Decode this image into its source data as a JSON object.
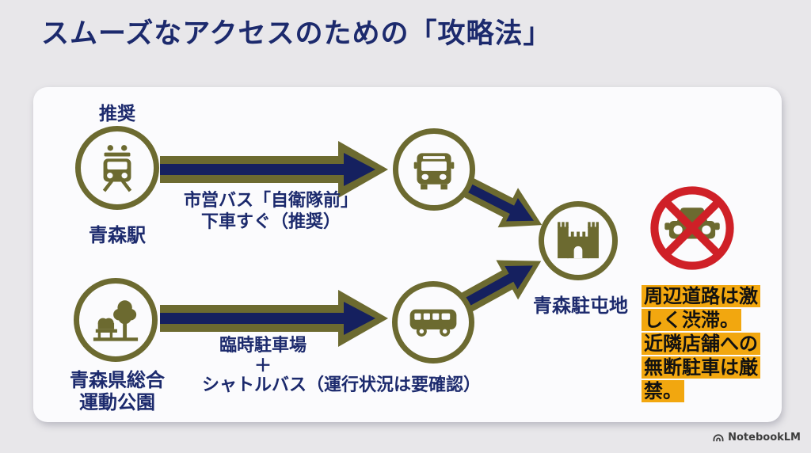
{
  "page": {
    "title": "スムーズなアクセスのための「攻略法」",
    "brand": "NotebookLM"
  },
  "colors": {
    "navy_text": "#1c2a6d",
    "arrow_navy": "#15205f",
    "olive": "#6c6a30",
    "highlight_yellow": "#f2a70f",
    "prohibition_red": "#cf2027",
    "card_bg": "#fbfbfd",
    "page_bg": "#e8e7ea"
  },
  "icons": {
    "train": "train-icon",
    "city_bus": "bus-front-icon",
    "shuttle_bus": "shuttle-bus-side-icon",
    "park": "park-bench-tree-icon",
    "garrison": "castle-icon",
    "no_parking": "no-car-prohibition-icon",
    "brand_logo": "notebooklm-logo-icon"
  },
  "diagram": {
    "route_top": {
      "badge": "推奨",
      "start_label": "青森駅",
      "note_line1": "市営バス「自衛隊前」",
      "note_line2": "下車すぐ（推奨）"
    },
    "route_bottom": {
      "start_label_line1": "青森県総合",
      "start_label_line2": "運動公園",
      "note_line1": "臨時駐車場",
      "note_line2": "＋",
      "note_line3": "シャトルバス（運行状況は要確認）"
    },
    "destination": {
      "label": "青森駐屯地"
    },
    "warning": {
      "lines": [
        "周辺道路は激",
        "しく渋滞。",
        "近隣店舗への",
        "無断駐車は厳",
        "禁。"
      ]
    }
  }
}
